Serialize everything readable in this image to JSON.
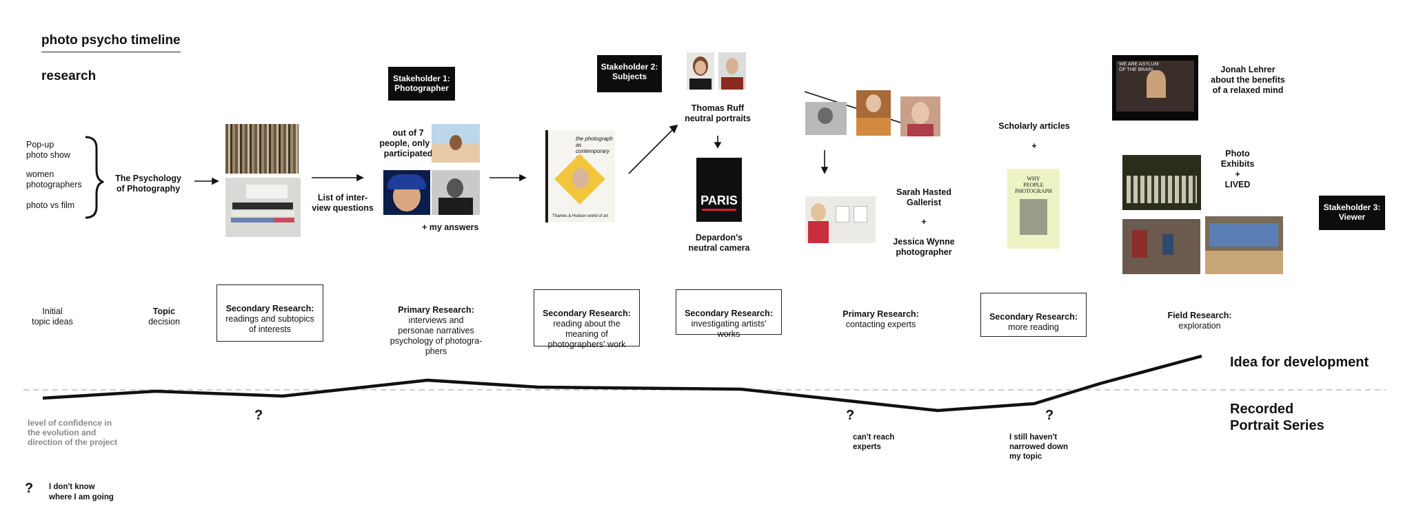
{
  "title": "photo psycho timeline",
  "section": "research",
  "initial_ideas": [
    "Pop-up\nphoto show",
    "women\nphotographers",
    "photo vs film"
  ],
  "psychology_label": "The Psychology\nof Photography",
  "interview_questions": "List of inter-\nview questions",
  "participation": "out of 7\npeople, only 3\nparticipated",
  "my_answers": "+ my answers",
  "stakeholders": [
    "Stakeholder 1:\nPhotographer",
    "Stakeholder 2:\nSubjects",
    "Stakeholder 3:\nViewer"
  ],
  "ruff_label": "Thomas Ruff\nneutral portraits",
  "depardon_label": "Depardon's\nneutral camera",
  "paris_cover": "PARIS",
  "book_cover_text": "the photograph\nas contemporary art",
  "book_publisher": "Thames & Hudson world of art",
  "book2_cover_text": "WHY\nPEOPLE\nPHOTOGRAPH",
  "video_text": "WE ARE ASYLUM\nOF THE BRAIN",
  "sarah_label": "Sarah Hasted\nGallerist",
  "plus": "+",
  "jessica_label": "Jessica Wynne\nphotographer",
  "scholarly_label": "Scholarly articles",
  "lehrer_label": "Jonah Lehrer\nabout the benefits\nof a relaxed mind",
  "exhibits_label": "Photo\nExhibits\n+\nLIVED",
  "stages": [
    {
      "title": "Initial",
      "text": "topic ideas"
    },
    {
      "title": "Topic",
      "text": "decision"
    },
    {
      "title": "Secondary Research:",
      "text": "readings and subtopics\nof interests"
    },
    {
      "title": "Primary Research:",
      "text": "interviews and\npersonae narratives\npsychology of photogra-\nphers"
    },
    {
      "title": "Secondary Research:",
      "text": "reading about the\nmeaning of\nphotographers' work"
    },
    {
      "title": "Secondary Research:",
      "text": "investigating artists'\nworks"
    },
    {
      "title": "Primary Research:",
      "text": "contacting experts"
    },
    {
      "title": "Secondary Research:",
      "text": "more reading"
    },
    {
      "title": "Field Research:",
      "text": "exploration"
    }
  ],
  "idea_label": "Idea for development",
  "recorded_label": "Recorded\nPortrait Series",
  "confidence_label": "level of confidence in\nthe evolution and\ndirection of the project",
  "cant_reach": "can't reach\nexperts",
  "not_narrowed": "I still haven't\nnarrowed down\nmy topic",
  "legend_q": "?",
  "legend_text": "I don't know\nwhere I am going",
  "question_mark": "?",
  "colors": {
    "ink": "#111111",
    "stakeholder_bg": "#0d0d0d",
    "dashed": "#bbbbbb",
    "gray_text": "#888888"
  }
}
